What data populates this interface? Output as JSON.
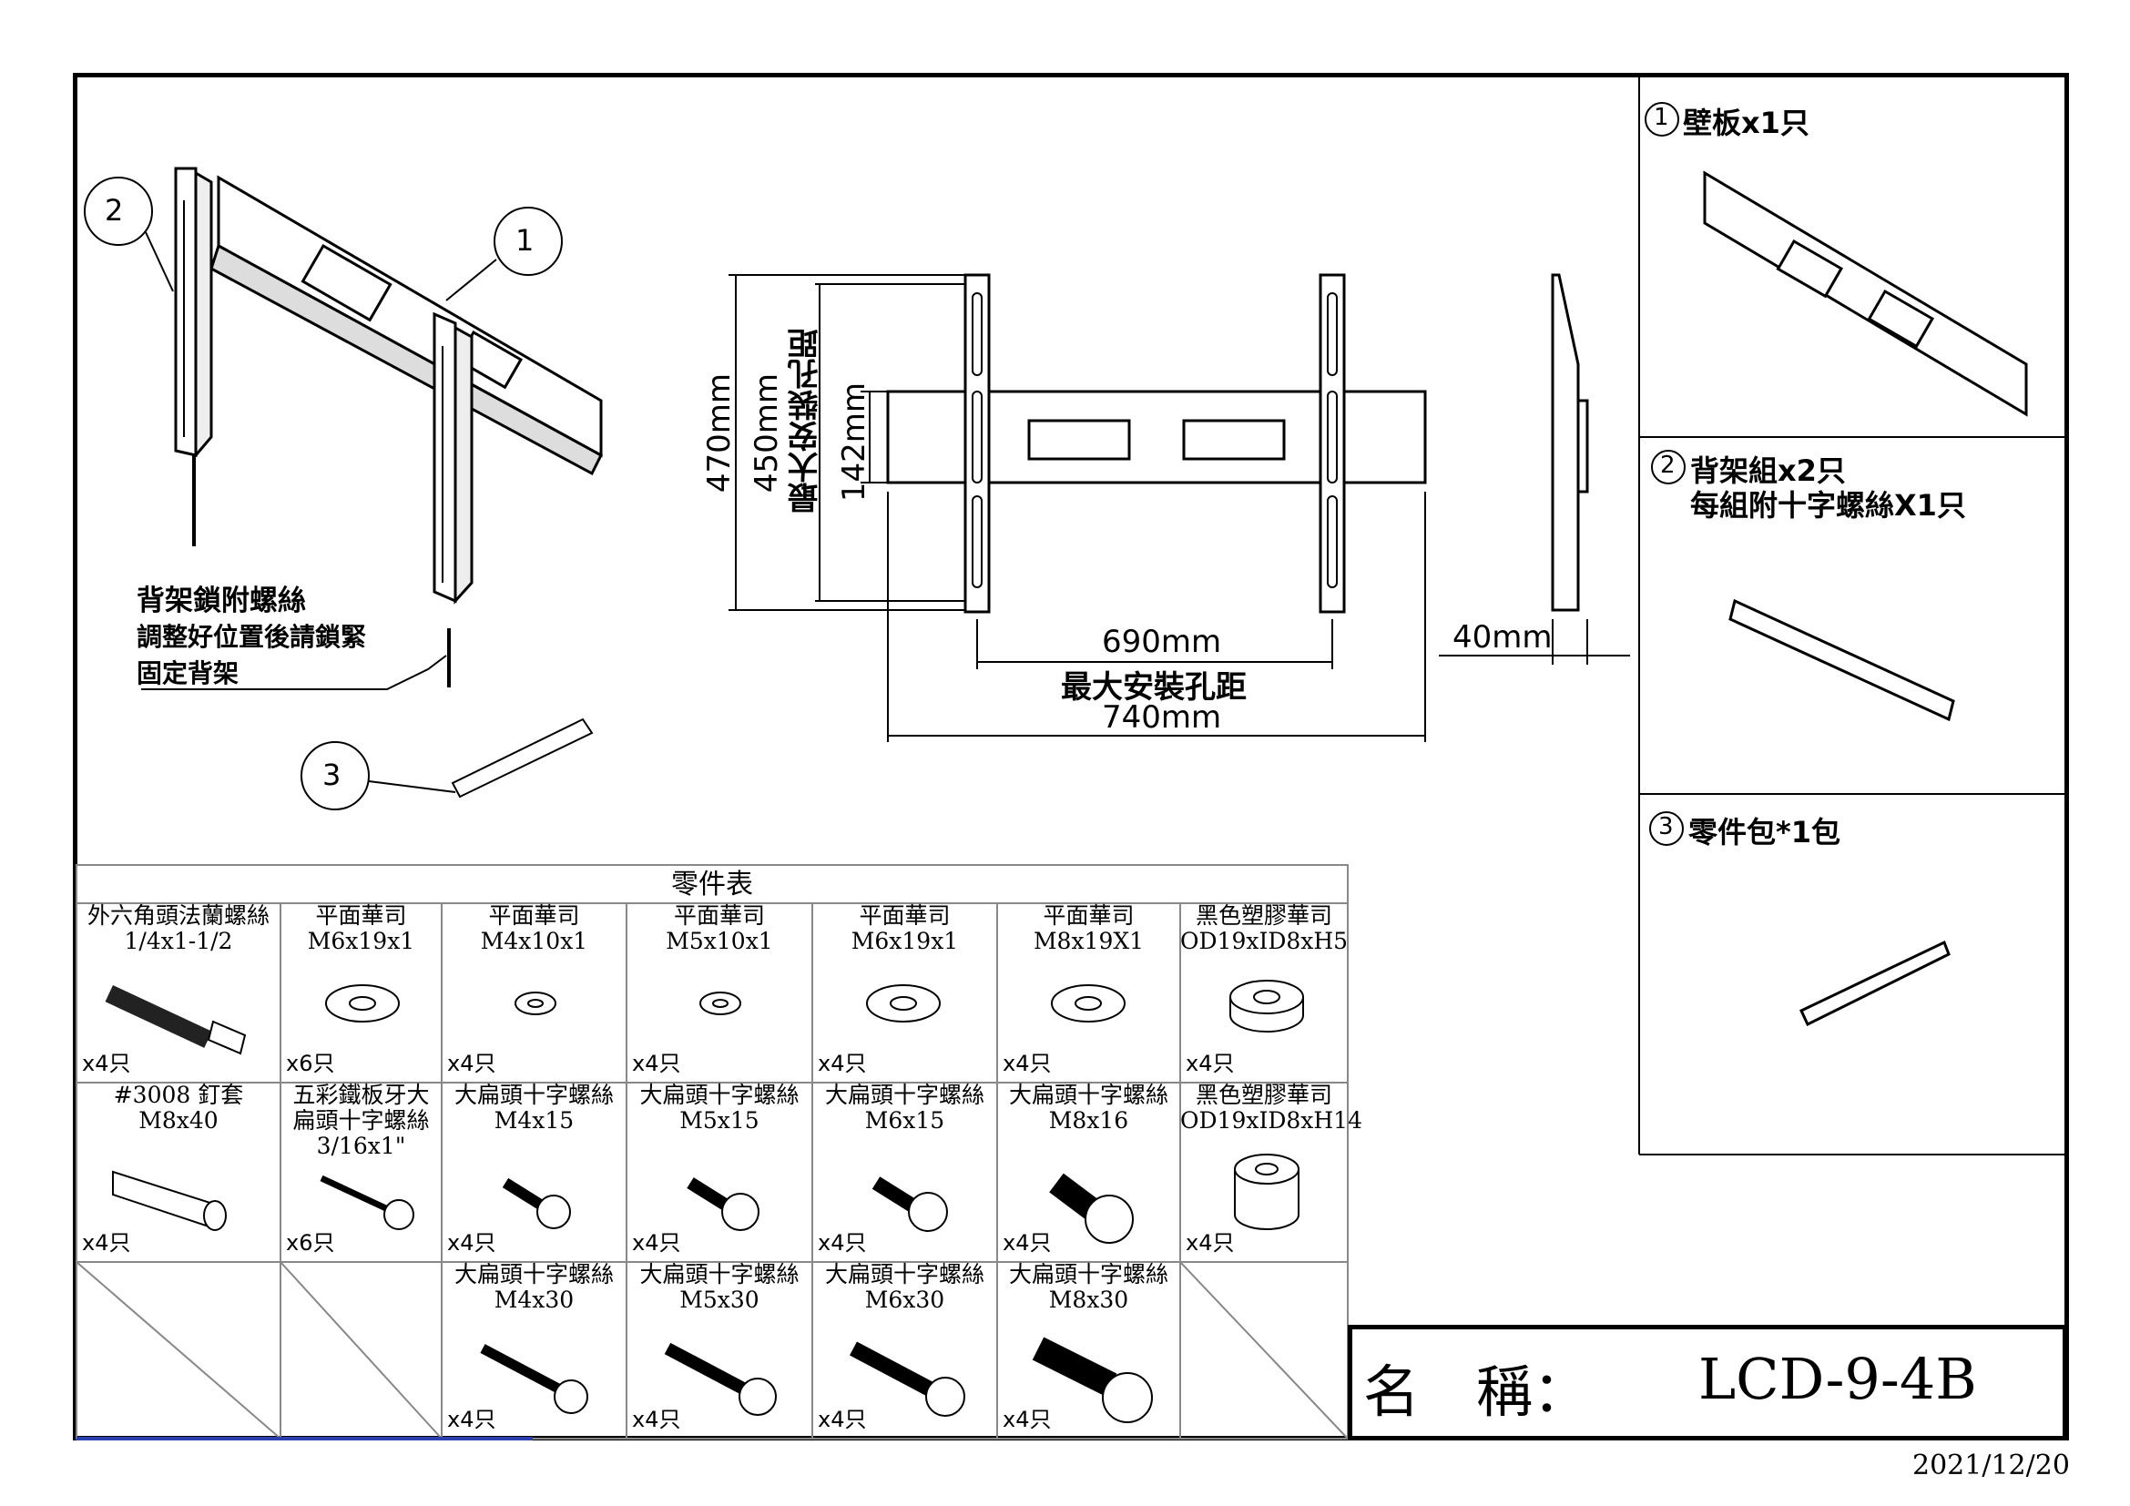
{
  "callouts": [
    "2",
    "1",
    "3"
  ],
  "bracket_note": [
    "背架鎖附螺絲",
    "調整好位置後請鎖緊",
    "固定背架"
  ],
  "dimensions": {
    "height_470": "470mm",
    "height_450": "450mm",
    "height_450_note": "最大安裝孔距",
    "height_142": "142mm",
    "width_690": "690mm",
    "width_690_note": "最大安裝孔距",
    "width_740": "740mm",
    "depth_40": "40mm"
  },
  "side_panel": {
    "item1": {
      "num": "1",
      "title": "壁板x1只"
    },
    "item2": {
      "num": "2",
      "title": "背架組x2只",
      "subtitle": "每組附十字螺絲X1只"
    },
    "item3": {
      "num": "3",
      "title": "零件包*1包"
    }
  },
  "parts_table": {
    "title": "零件表",
    "row1": [
      {
        "name": "外六角頭法蘭螺絲",
        "spec": "1/4x1-1/2",
        "qty": "x4只",
        "icon": "hex-flange-bolt-icon"
      },
      {
        "name": "平面華司",
        "spec": "M6x19x1",
        "qty": "x6只",
        "icon": "flat-washer-icon"
      },
      {
        "name": "平面華司",
        "spec": "M4x10x1",
        "qty": "x4只",
        "icon": "flat-washer-icon"
      },
      {
        "name": "平面華司",
        "spec": "M5x10x1",
        "qty": "x4只",
        "icon": "flat-washer-icon"
      },
      {
        "name": "平面華司",
        "spec": "M6x19x1",
        "qty": "x4只",
        "icon": "flat-washer-icon"
      },
      {
        "name": "平面華司",
        "spec": "M8x19X1",
        "qty": "x4只",
        "icon": "flat-washer-icon"
      },
      {
        "name": "黑色塑膠華司",
        "spec": "OD19xID8xH5",
        "qty": "x4只",
        "icon": "plastic-washer-icon"
      }
    ],
    "row2": [
      {
        "name": "#3008 釘套",
        "spec": "M8x40",
        "qty": "x4只",
        "icon": "wall-anchor-icon"
      },
      {
        "name": "五彩鐵板牙大",
        "spec": "扁頭十字螺絲",
        "spec2": "3/16x1\"",
        "qty": "x6只",
        "icon": "tapping-screw-icon"
      },
      {
        "name": "大扁頭十字螺絲",
        "spec": "M4x15",
        "qty": "x4只",
        "icon": "pan-head-screw-icon"
      },
      {
        "name": "大扁頭十字螺絲",
        "spec": "M5x15",
        "qty": "x4只",
        "icon": "pan-head-screw-icon"
      },
      {
        "name": "大扁頭十字螺絲",
        "spec": "M6x15",
        "qty": "x4只",
        "icon": "pan-head-screw-icon"
      },
      {
        "name": "大扁頭十字螺絲",
        "spec": "M8x16",
        "qty": "x4只",
        "icon": "pan-head-screw-icon"
      },
      {
        "name": "黑色塑膠華司",
        "spec": "OD19xID8xH14",
        "qty": "x4只",
        "icon": "plastic-spacer-icon"
      }
    ],
    "row3": [
      {
        "name": "大扁頭十字螺絲",
        "spec": "M4x30",
        "qty": "x4只",
        "icon": "long-screw-icon"
      },
      {
        "name": "大扁頭十字螺絲",
        "spec": "M5x30",
        "qty": "x4只",
        "icon": "long-screw-icon"
      },
      {
        "name": "大扁頭十字螺絲",
        "spec": "M6x30",
        "qty": "x4只",
        "icon": "long-screw-icon"
      },
      {
        "name": "大扁頭十字螺絲",
        "spec": "M8x30",
        "qty": "x4只",
        "icon": "long-screw-icon"
      }
    ]
  },
  "name_box": {
    "label": "名　稱：",
    "model": "LCD-9-4B"
  },
  "date": "2021/12/20"
}
